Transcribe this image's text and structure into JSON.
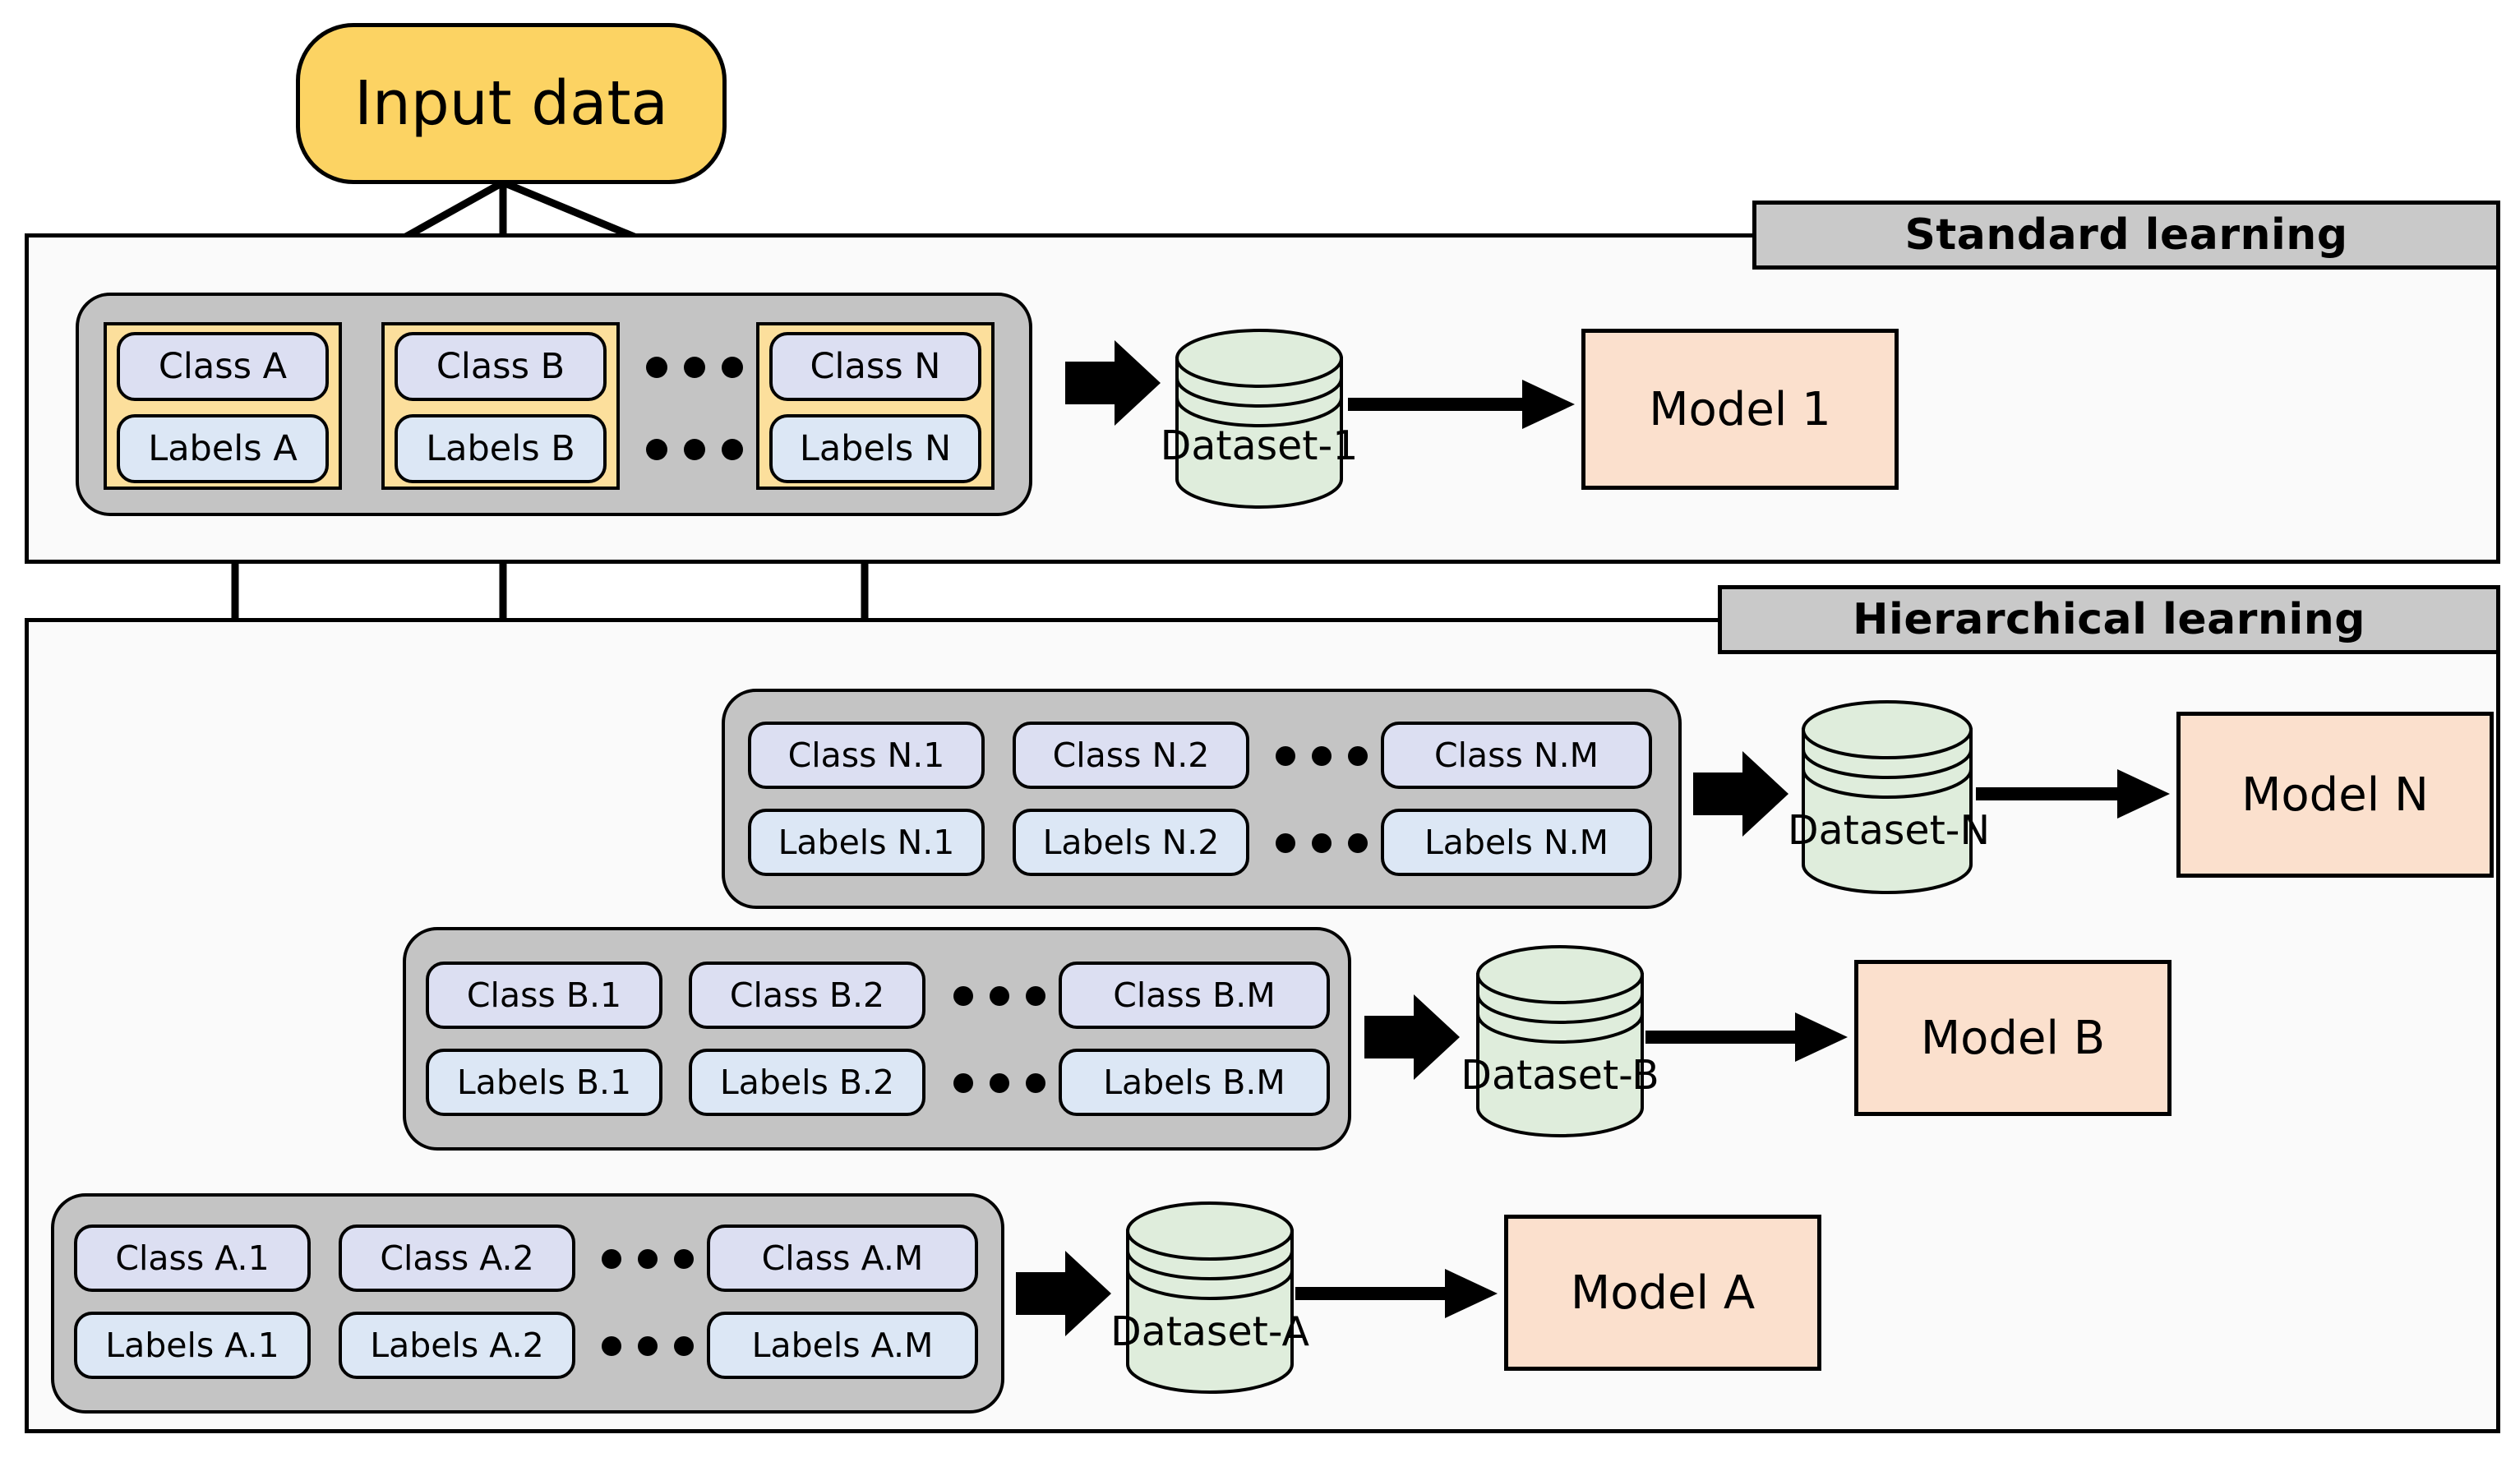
{
  "diagram": {
    "title": "Standard vs Hierarchical learning pipeline",
    "input_node": {
      "label": "Input data"
    },
    "panels": [
      {
        "id": "standard",
        "banner": "Standard learning"
      },
      {
        "id": "hierarchical",
        "banner": "Hierarchical learning"
      }
    ],
    "ellipsis_glyph": "•••",
    "colors": {
      "input_fill": "#fcd363",
      "group_fill": "#c4c4c4",
      "pair_wrap_fill": "#fcdf9c",
      "class_chip_fill": "#dcdff2",
      "label_chip_fill": "#dce7f5",
      "dataset_fill": "#dfeddc",
      "model_fill": "#fbe0cd",
      "banner_fill": "#c9c9c9",
      "panel_fill": "#fafafa",
      "stroke": "#000000"
    },
    "standard_learning": {
      "group": {
        "pairs": [
          {
            "class": "Class A",
            "labels": "Labels A"
          },
          {
            "class": "Class B",
            "labels": "Labels B"
          },
          {
            "class": "Class N",
            "labels": "Labels N"
          }
        ],
        "has_ellipsis_between_2_and_3": true
      },
      "dataset": {
        "label": "Dataset-1"
      },
      "model": {
        "label": "Model 1"
      }
    },
    "hierarchical_learning": {
      "rows": [
        {
          "id": "N",
          "chips": [
            {
              "class": "Class N.1",
              "labels": "Labels N.1"
            },
            {
              "class": "Class N.2",
              "labels": "Labels N.2"
            },
            {
              "class": "Class N.M",
              "labels": "Labels N.M"
            }
          ],
          "dataset": {
            "label": "Dataset-N"
          },
          "model": {
            "label": "Model N"
          }
        },
        {
          "id": "B",
          "chips": [
            {
              "class": "Class B.1",
              "labels": "Labels B.1"
            },
            {
              "class": "Class B.2",
              "labels": "Labels B.2"
            },
            {
              "class": "Class B.M",
              "labels": "Labels B.M"
            }
          ],
          "dataset": {
            "label": "Dataset-B"
          },
          "model": {
            "label": "Model B"
          }
        },
        {
          "id": "A",
          "chips": [
            {
              "class": "Class A.1",
              "labels": "Labels A.1"
            },
            {
              "class": "Class A.2",
              "labels": "Labels A.2"
            },
            {
              "class": "Class A.M",
              "labels": "Labels A.M"
            }
          ],
          "dataset": {
            "label": "Dataset-A"
          },
          "model": {
            "label": "Model A"
          }
        }
      ]
    }
  }
}
